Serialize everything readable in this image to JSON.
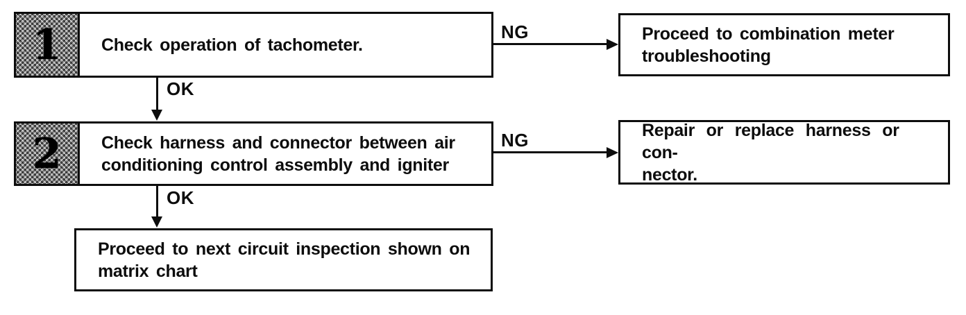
{
  "colors": {
    "ink": "#0d0d0d",
    "background": "#ffffff",
    "badge_halftone_gray": "#bdbdbd"
  },
  "flowchart": {
    "steps": [
      {
        "number": "1",
        "instruction": "Check operation of tachometer.",
        "ok_label": "OK",
        "ng_label": "NG",
        "ng_action": "Proceed to combination meter\ntroubleshooting"
      },
      {
        "number": "2",
        "instruction": "Check harness and connector between air\nconditioning control assembly and igniter",
        "ok_label": "OK",
        "ng_label": "NG",
        "ng_action": "Repair or replace harness or con-\nnector."
      }
    ],
    "final_action": "Proceed to next circuit inspection shown on\nmatrix chart"
  }
}
